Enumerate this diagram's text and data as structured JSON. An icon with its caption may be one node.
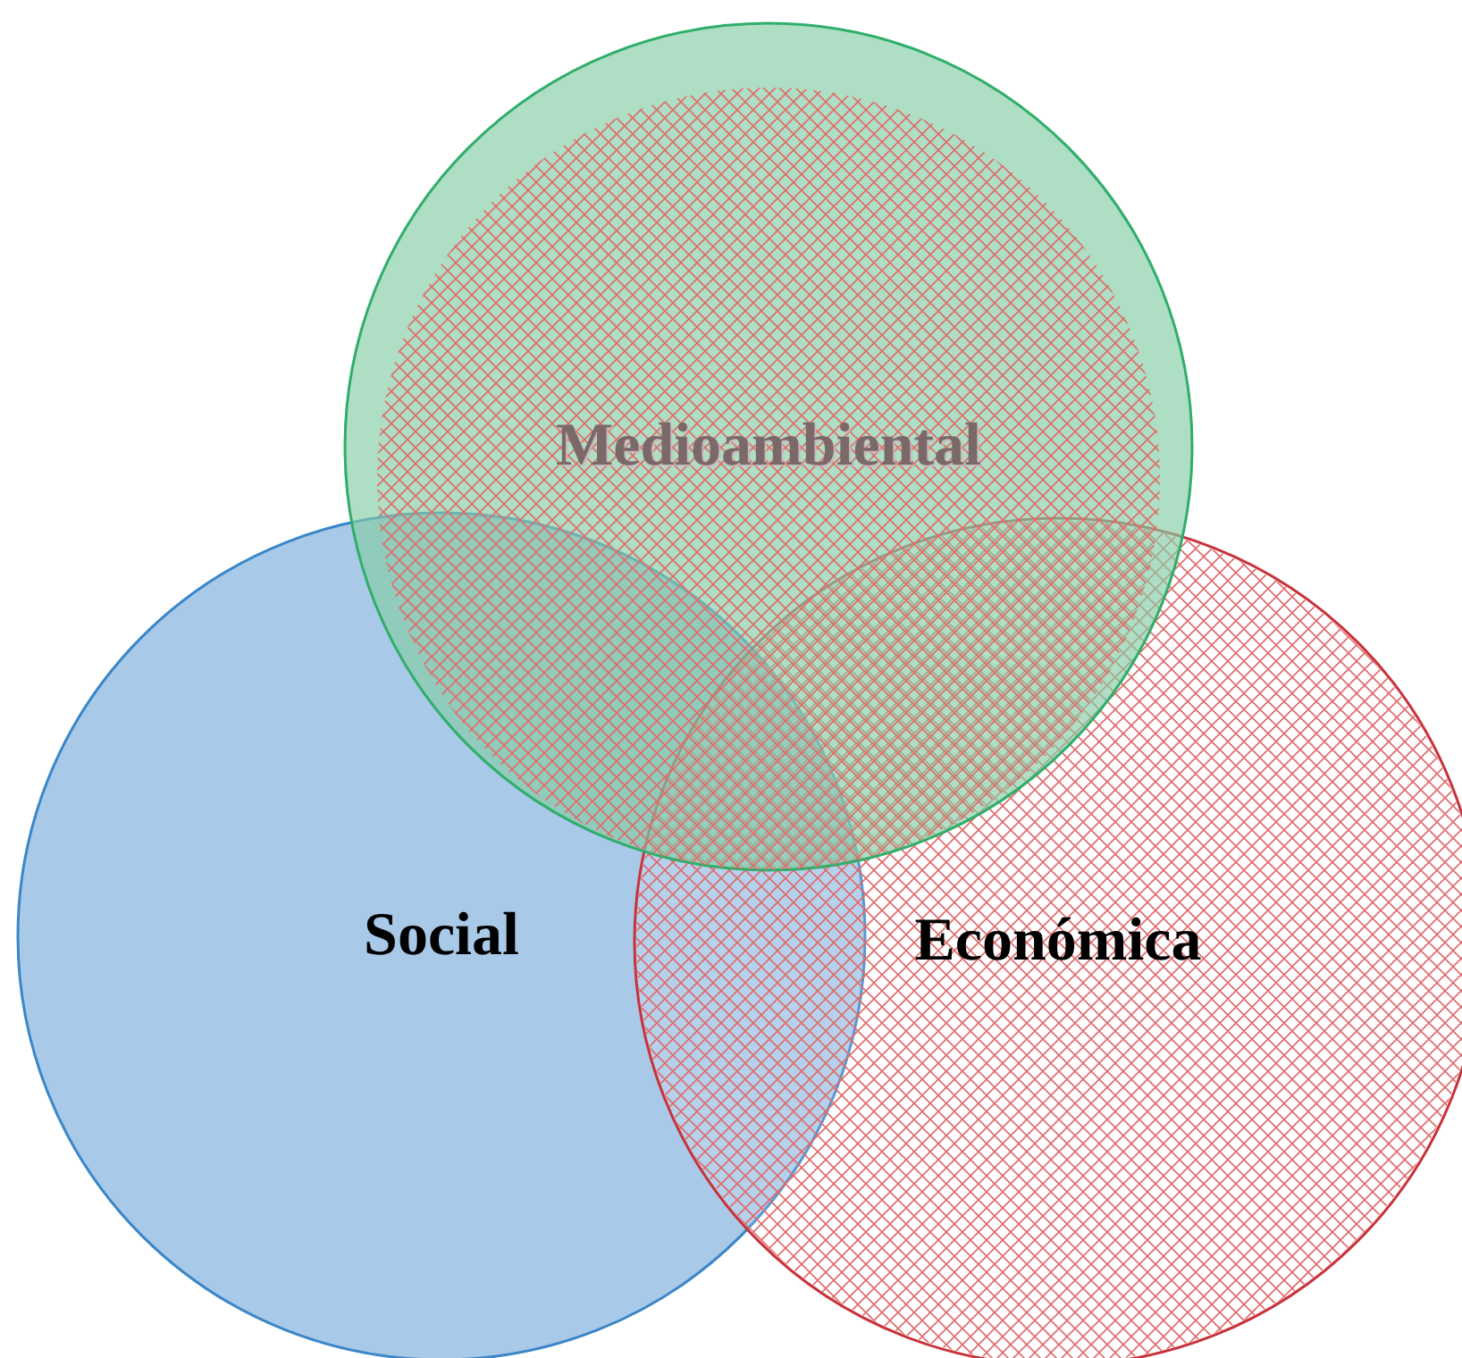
{
  "diagram": {
    "nodes": [
      {
        "text": [
          "Medioambiental"
        ]
      },
      {
        "text": [
          "Social"
        ]
      },
      {
        "text": [
          "Económica"
        ]
      }
    ],
    "edges": []
  }
}
